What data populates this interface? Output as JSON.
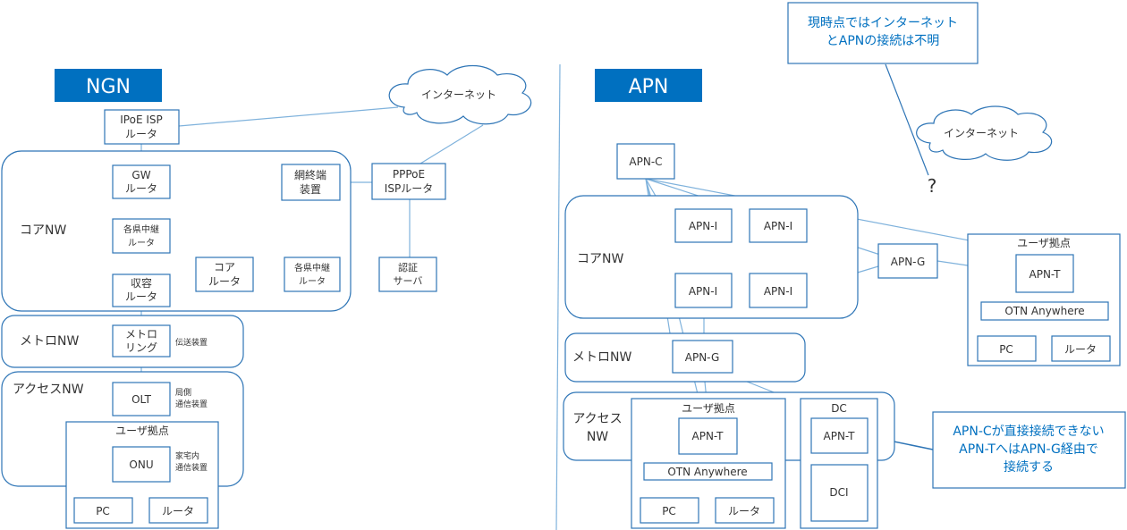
{
  "colors": {
    "line": "#2e75b6",
    "connector": "#7fb2dc",
    "text": "#333333",
    "title_fill": "#0070c0",
    "title_text": "#ffffff",
    "callout_text": "#0070c0"
  },
  "ngn": {
    "title": "NGN",
    "internet": "インターネット",
    "ipoe_isp_router": [
      "IPoE ISP",
      "ルータ"
    ],
    "core_nw": "コアNW",
    "gw_router": [
      "GW",
      "ルータ"
    ],
    "nw_termination": [
      "網終端",
      "装置"
    ],
    "pppoe_isp_router": [
      "PPPoE",
      "ISPルータ"
    ],
    "pref_relay_router": [
      "各県中継",
      "ルータ"
    ],
    "core_router": [
      "コア",
      "ルータ"
    ],
    "pref_relay_router_2": [
      "各県中継",
      "ルータ"
    ],
    "auth_server": [
      "認証",
      "サーバ"
    ],
    "aggregation_router": [
      "収容",
      "ルータ"
    ],
    "metro_nw": "メトロNW",
    "metro_ring": [
      "メトロ",
      "リング"
    ],
    "transmission_device": "伝送装置",
    "access_nw": "アクセスNW",
    "olt": "OLT",
    "olt_note": [
      "局側",
      "通信装置"
    ],
    "user_site": "ユーザ拠点",
    "onu": "ONU",
    "onu_note": [
      "家宅内",
      "通信装置"
    ],
    "pc": "PC",
    "router": "ルータ"
  },
  "apn": {
    "title": "APN",
    "note_internet": [
      "現時点ではインターネット",
      "とAPNの接続は不明"
    ],
    "internet": "インターネット",
    "question": "?",
    "apn_c": "APN-C",
    "core_nw": "コアNW",
    "apn_i": [
      "APN-I",
      "APN-I",
      "APN-I",
      "APN-I"
    ],
    "apn_g_core": "APN-G",
    "metro_nw": "メトロNW",
    "apn_g_metro": "APN-G",
    "access_nw": [
      "アクセス",
      "NW"
    ],
    "user_site_access": "ユーザ拠点",
    "apn_t_access": "APN-T",
    "otn_access": "OTN Anywhere",
    "pc_access": "PC",
    "router_access": "ルータ",
    "dc": "DC",
    "apn_t_dc": "APN-T",
    "dci": "DCI",
    "user_site_right": "ユーザ拠点",
    "apn_t_right": "APN-T",
    "otn_right": "OTN Anywhere",
    "pc_right": "PC",
    "router_right": "ルータ",
    "note_apn_t": [
      "APN-Cが直接接続できない",
      "APN-TへはAPN-G経由で",
      "接続する"
    ]
  }
}
